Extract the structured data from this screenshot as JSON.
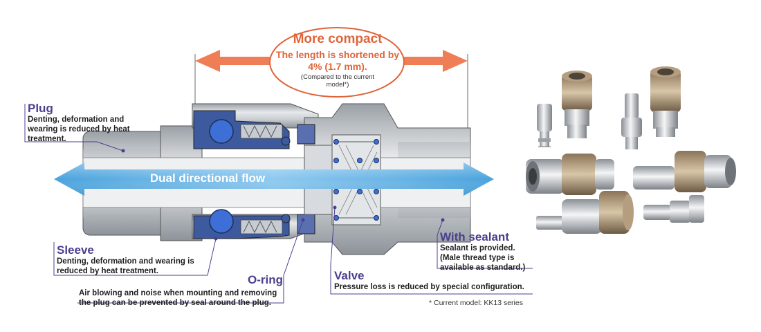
{
  "compact": {
    "title": "More compact",
    "description": "The length is shortened by 4% (1.7 mm).",
    "note": "(Compared to the current model*)"
  },
  "flow": {
    "label": "Dual directional flow"
  },
  "labels": {
    "plug": {
      "title": "Plug",
      "description": "Denting, deformation and wearing is reduced by heat treatment."
    },
    "sleeve": {
      "title": "Sleeve",
      "description": "Denting, deformation and wearing is reduced by heat treatment."
    },
    "oring": {
      "title": "O-ring",
      "description": "Air blowing and noise when mounting and removing the plug can be prevented by seal around the plug."
    },
    "valve": {
      "title": "Valve",
      "description": "Pressure loss is reduced by special configuration."
    },
    "sealant": {
      "title": "With sealant",
      "description": "Sealant is provided. (Male thread type is available as standard.)"
    }
  },
  "footnote": "* Current model: KK13 series",
  "colors": {
    "accent": "#e0643a",
    "label_title": "#4a3f8f",
    "flow_arrow": "#5aaee0",
    "seal": "#3d5a9e"
  }
}
